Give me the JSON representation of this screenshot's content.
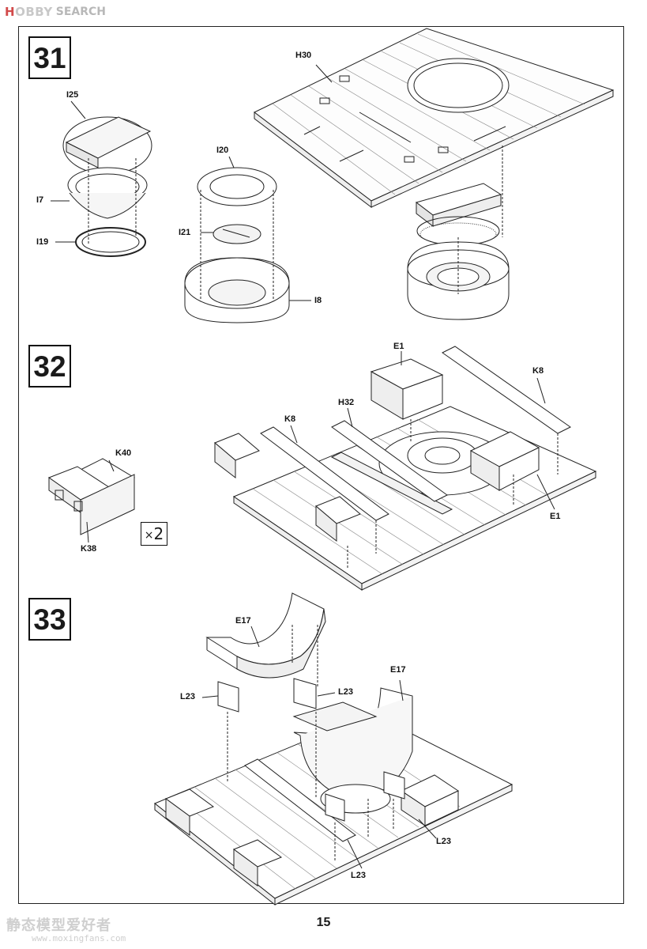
{
  "watermark": {
    "logo_prefix": "H",
    "logo_rest": "OBBY",
    "subtitle": "SEARCH",
    "bottom_text": "静态模型爱好者",
    "bottom_url": "www.moxingfans.com"
  },
  "steps": [
    {
      "number": "31",
      "parts": [
        "H30",
        "I25",
        "I20",
        "I7",
        "I21",
        "I19",
        "I8"
      ]
    },
    {
      "number": "32",
      "parts": [
        "E1",
        "K8",
        "H32",
        "K8",
        "K40",
        "E1",
        "K38"
      ],
      "multiplier_symbol": "×",
      "multiplier_value": "2"
    },
    {
      "number": "33",
      "parts": [
        "E17",
        "E17",
        "L23",
        "L23",
        "L23",
        "L23"
      ]
    }
  ],
  "page_number": "15"
}
